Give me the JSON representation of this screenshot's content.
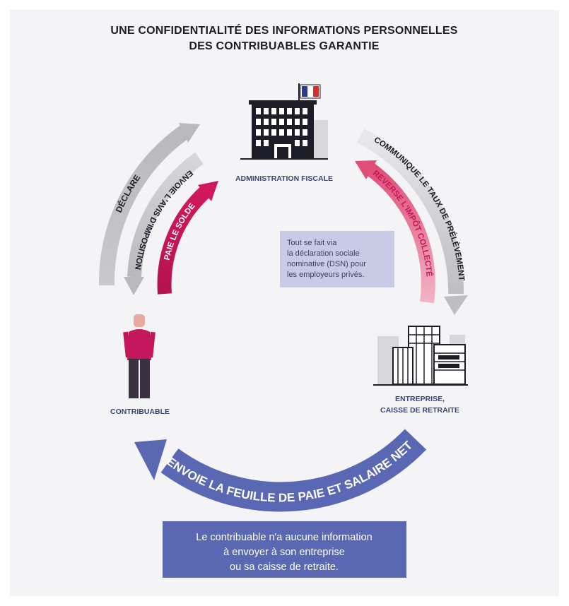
{
  "title": {
    "line1": "UNE CONFIDENTIALITÉ DES INFORMATIONS PERSONNELLES",
    "line2": "DES CONTRIBUABLES GARANTIE"
  },
  "nodes": {
    "administration": {
      "label": "ADMINISTRATION FISCALE",
      "icon": "government-building-icon"
    },
    "contribuable": {
      "label": "CONTRIBUABLE",
      "icon": "person-icon"
    },
    "entreprise": {
      "label_line1": "ENTREPRISE,",
      "label_line2": "CAISSE DE RETRAITE",
      "icon": "office-building-icon"
    }
  },
  "flows": {
    "declare": "DÉCLARE",
    "avis": "ENVOIE L'AVIS D'IMPOSITION",
    "solde": "PAIE LE SOLDE",
    "taux": "COMMUNIQUE LE TAUX DE PRÉLÈVEMENT",
    "reverse": "REVERSE L'IMPÔT COLLECTÉ",
    "feuille": "ENVOIE LA FEUILLE DE PAIE ET SALAIRE NET"
  },
  "note": {
    "line1": "Tout se fait via",
    "line2": "la déclaration sociale",
    "line3": "nominative (DSN) pour",
    "line4": "les employeurs privés."
  },
  "bottom_box": {
    "line1": "Le contribuable n'a aucune information",
    "line2": "à envoyer à son entreprise",
    "line3": "ou sa caisse de retraite."
  },
  "colors": {
    "background": "#f4f4f6",
    "gray_arrow": "#c9c9cd",
    "crimson_arrow": "#c2185b",
    "pink_arrow": "#e46a8c",
    "blue_arrow": "#5a67b3",
    "note_box": "#c9cbe6",
    "bottom_box": "#5a67b3"
  }
}
